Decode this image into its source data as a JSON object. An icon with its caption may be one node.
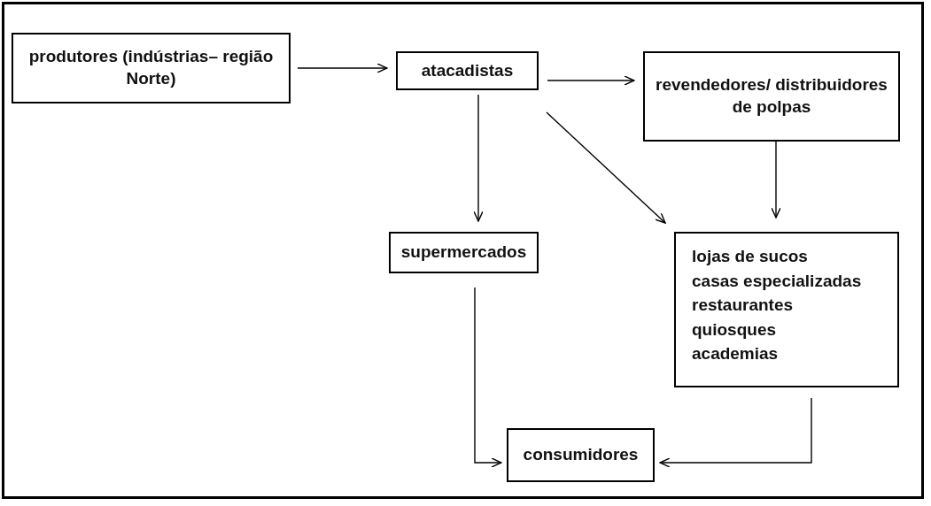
{
  "diagram": {
    "nodes": [
      {
        "text": [
          "produtores (indústrias– região Norte)"
        ]
      },
      {
        "text": [
          "atacadistas"
        ]
      },
      {
        "text": [
          "revendedores/ distribuidores de polpas"
        ]
      },
      {
        "text": [
          "supermercados"
        ]
      },
      {
        "text": [
          "lojas de sucos",
          "casas especializadas",
          "restaurantes",
          "quiosques",
          "academias"
        ]
      },
      {
        "text": [
          "consumidores"
        ]
      }
    ],
    "edges": [
      {
        "from": 0,
        "to": 1,
        "arrow": "to"
      },
      {
        "from": 1,
        "to": 2,
        "arrow": "to"
      },
      {
        "from": 1,
        "to": 3,
        "arrow": "to"
      },
      {
        "from": 1,
        "to": 4,
        "arrow": "to"
      },
      {
        "from": 2,
        "to": 4,
        "arrow": "to"
      },
      {
        "from": 3,
        "to": 5,
        "arrow": "to"
      },
      {
        "from": 4,
        "to": 5,
        "arrow": "to"
      }
    ]
  }
}
